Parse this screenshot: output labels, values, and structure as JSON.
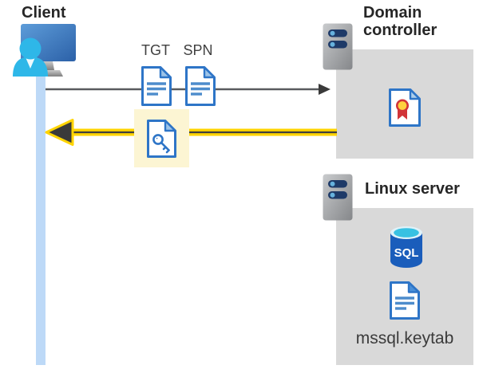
{
  "diagram_title": "Kerberos client to domain controller and Linux server flow",
  "client": {
    "label": "Client"
  },
  "flow": {
    "tgt_label": "TGT",
    "spn_label": "SPN",
    "request_arrow": "client-to-domain-controller",
    "response_arrow": "domain-controller-to-client-highlighted"
  },
  "domain_controller": {
    "label": "Domain controller"
  },
  "linux_server": {
    "label": "Linux server",
    "database_text": "SQL",
    "keytab_label": "mssql.keytab"
  },
  "icons": {
    "client": "person-at-monitor-icon",
    "domain_controller": "server-tower-icon",
    "linux_server": "server-tower-icon",
    "tgt": "document-icon",
    "spn": "document-icon",
    "service_ticket": "key-document-icon",
    "certificate": "certificate-icon",
    "database": "sql-database-icon",
    "keytab_file": "document-icon"
  },
  "colors": {
    "box_gray": "#d9d9d9",
    "client_bar_blue": "#bdd9f7",
    "doc_border_blue": "#2e75c7",
    "doc_line_blue": "#4d8ccc",
    "accent_yellow": "#ffd400",
    "highlight_yellow": "#fcf5d3",
    "arrow_gray": "#595b5e",
    "arrow_dark": "#3a3a3a",
    "person_cyan": "#2eb7e8",
    "sql_blue": "#1a5dbb",
    "sql_top_cyan": "#38c1e2",
    "rosette_red": "#d13438",
    "rosette_yellow": "#ffd23e"
  }
}
